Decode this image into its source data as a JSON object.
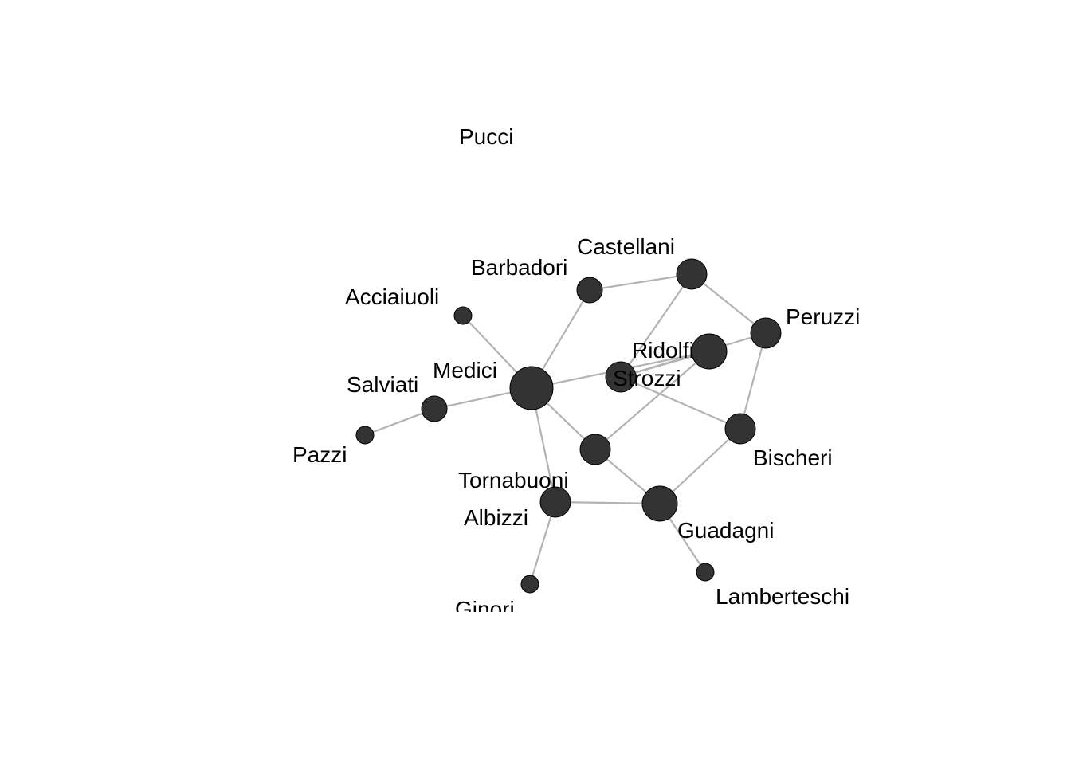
{
  "graph": {
    "edge_color": "#b3b3b3",
    "node_color": "#333333",
    "nodes": [
      {
        "id": "pucci",
        "label": "Pucci"
      },
      {
        "id": "castellani",
        "label": "Castellani"
      },
      {
        "id": "barbadori",
        "label": "Barbadori"
      },
      {
        "id": "acciaiuoli",
        "label": "Acciaiuoli"
      },
      {
        "id": "peruzzi",
        "label": "Peruzzi"
      },
      {
        "id": "ridolfi",
        "label": "Ridolfi"
      },
      {
        "id": "medici",
        "label": "Medici"
      },
      {
        "id": "strozzi",
        "label": "Strozzi"
      },
      {
        "id": "salviati",
        "label": "Salviati"
      },
      {
        "id": "pazzi",
        "label": "Pazzi"
      },
      {
        "id": "bischeri",
        "label": "Bischeri"
      },
      {
        "id": "tornabuoni",
        "label": "Tornabuoni"
      },
      {
        "id": "albizzi",
        "label": "Albizzi"
      },
      {
        "id": "guadagni",
        "label": "Guadagni"
      },
      {
        "id": "ginori",
        "label": "Ginori"
      },
      {
        "id": "lamberteschi",
        "label": "Lamberteschi"
      }
    ],
    "edges": [
      [
        "acciaiuoli",
        "medici"
      ],
      [
        "medici",
        "barbadori"
      ],
      [
        "medici",
        "ridolfi"
      ],
      [
        "medici",
        "salviati"
      ],
      [
        "medici",
        "tornabuoni"
      ],
      [
        "medici",
        "albizzi"
      ],
      [
        "salviati",
        "pazzi"
      ],
      [
        "barbadori",
        "castellani"
      ],
      [
        "castellani",
        "peruzzi"
      ],
      [
        "castellani",
        "strozzi"
      ],
      [
        "peruzzi",
        "strozzi"
      ],
      [
        "peruzzi",
        "bischeri"
      ],
      [
        "strozzi",
        "ridolfi"
      ],
      [
        "strozzi",
        "bischeri"
      ],
      [
        "ridolfi",
        "tornabuoni"
      ],
      [
        "tornabuoni",
        "guadagni"
      ],
      [
        "bischeri",
        "guadagni"
      ],
      [
        "albizzi",
        "guadagni"
      ],
      [
        "albizzi",
        "ginori"
      ],
      [
        "guadagni",
        "lamberteschi"
      ]
    ]
  }
}
